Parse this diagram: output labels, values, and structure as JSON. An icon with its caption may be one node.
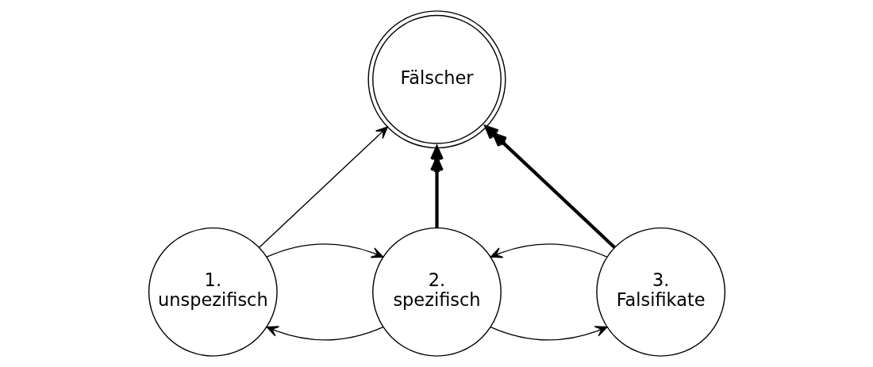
{
  "diagram": {
    "nodes": [
      {
        "text": [
          "Fälscher"
        ]
      },
      {
        "text": [
          "1.",
          "unspezifisch"
        ]
      },
      {
        "text": [
          "2.",
          "spezifisch"
        ]
      },
      {
        "text": [
          "3.",
          "Falsifikate"
        ]
      }
    ],
    "edges": [
      {
        "from": 1,
        "to": 0,
        "arrow": "to"
      },
      {
        "from": 2,
        "to": 0,
        "arrow": "to",
        "style": "thick"
      },
      {
        "from": 3,
        "to": 0,
        "arrow": "to",
        "style": "thick"
      },
      {
        "from": 1,
        "to": 2,
        "arrow": "to"
      },
      {
        "from": 2,
        "to": 1,
        "arrow": "to"
      },
      {
        "from": 3,
        "to": 2,
        "arrow": "to"
      },
      {
        "from": 2,
        "to": 3,
        "arrow": "to"
      }
    ]
  }
}
